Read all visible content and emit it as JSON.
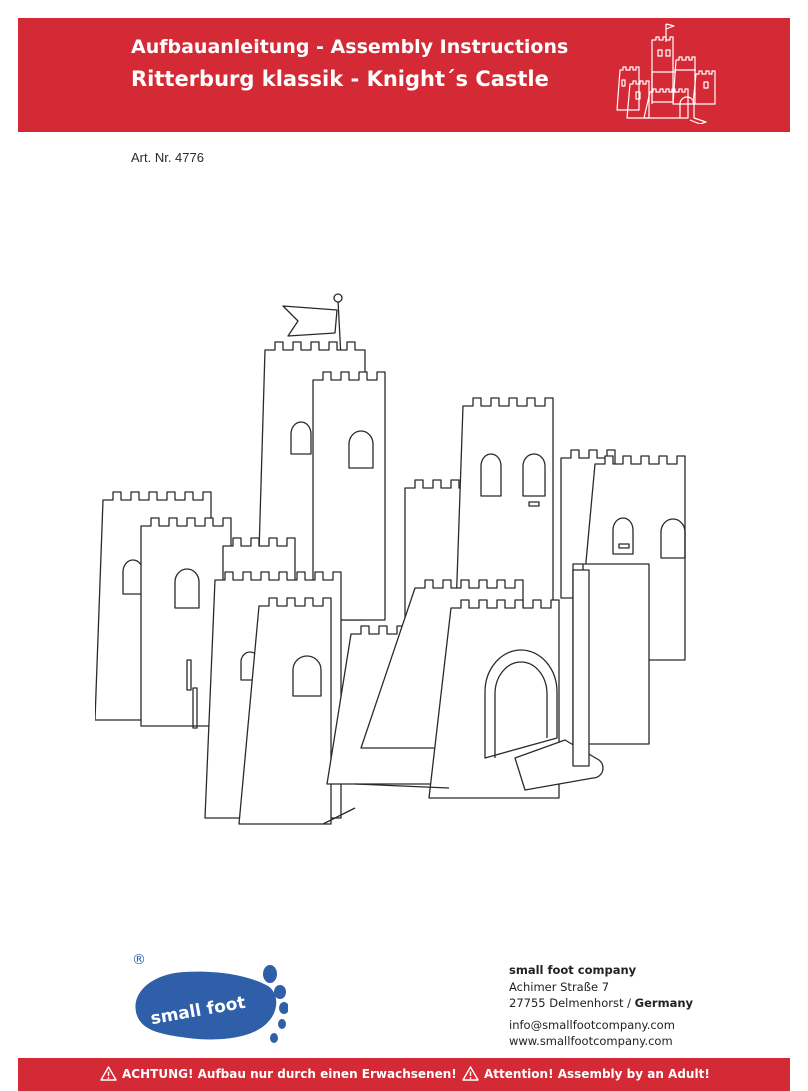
{
  "header": {
    "title_line1": "Aufbauanleitung - Assembly Instructions",
    "title_line2": "Ritterburg klassik - Knight´s Castle",
    "background_color": "#d42a36",
    "icon": "castle-icon"
  },
  "article_number": "Art. Nr. 4776",
  "illustration": {
    "icon": "knights-castle-line-drawing"
  },
  "logo": {
    "text": "small foot",
    "registered_mark": "®",
    "icon": "footprint-logo"
  },
  "address": {
    "company": "small foot company",
    "street": "Achimer Straße 7",
    "city": "27755 Delmenhorst /",
    "country": "Germany",
    "email": "info@smallfootcompany.com",
    "website": "www.smallfootcompany.com"
  },
  "footer": {
    "warning_de": "ACHTUNG! Aufbau nur durch einen Erwachsenen!",
    "warning_en": "Attention! Assembly by an Adult!",
    "icon": "warning-triangle-icon"
  }
}
